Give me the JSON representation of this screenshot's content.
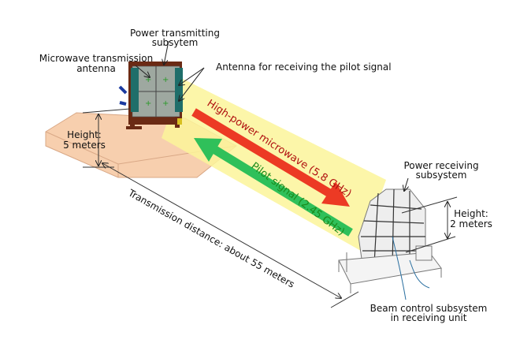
{
  "labels": {
    "power_tx_1": "Power transmitting",
    "power_tx_2": "subsytem",
    "mw_antenna_1": "Microwave transmission",
    "mw_antenna_2": "antenna",
    "pilot_antenna": "Antenna for receiving the pilot signal",
    "height_tx_1": "Height:",
    "height_tx_2": "5 meters",
    "high_power": "High-power microwave (5.8 GHz)",
    "pilot_signal": "Pilot signal (2.45 GHz)",
    "distance": "Transmission distance: about 55 meters",
    "power_rx_1": "Power receiving",
    "power_rx_2": "subsystem",
    "height_rx_1": "Height:",
    "height_rx_2": "2 meters",
    "beam_ctrl_1": "Beam control subsystem",
    "beam_ctrl_2": "in receiving unit"
  },
  "colors": {
    "beam": "#fbf59a",
    "platform": "#f7cfae",
    "microwave_arrow": "#ec3a24",
    "pilot_arrow": "#2fc05a"
  }
}
